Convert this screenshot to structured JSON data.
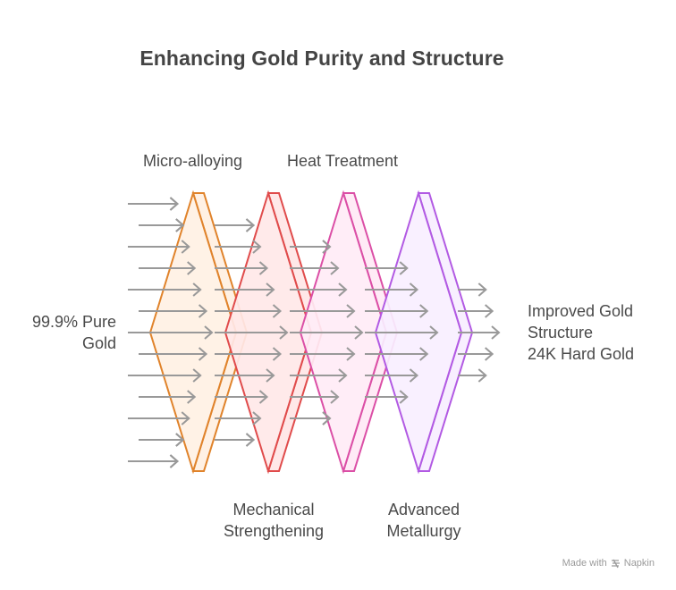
{
  "title": "Enhancing Gold Purity and Structure",
  "input_label": [
    "99.9% Pure",
    "Gold"
  ],
  "output_label": [
    "Improved Gold",
    "Structure",
    "24K Hard Gold"
  ],
  "stages": [
    {
      "name": "Micro-alloying",
      "label_position": "top",
      "label_lines": [
        "Micro-alloying"
      ],
      "stroke": "#e0832b",
      "fill": "#fff1e4",
      "incoming_arrows": 13
    },
    {
      "name": "Mechanical Strengthening",
      "label_position": "bottom",
      "label_lines": [
        "Mechanical",
        "Strengthening"
      ],
      "stroke": "#e04b4b",
      "fill": "#ffe8e8",
      "incoming_arrows": 11
    },
    {
      "name": "Heat Treatment",
      "label_position": "top",
      "label_lines": [
        "Heat Treatment"
      ],
      "stroke": "#db4fa6",
      "fill": "#ffebf6",
      "incoming_arrows": 9
    },
    {
      "name": "Advanced Metallurgy",
      "label_position": "bottom",
      "label_lines": [
        "Advanced",
        "Metallurgy"
      ],
      "stroke": "#b25ae3",
      "fill": "#f8efff",
      "incoming_arrows": 7
    }
  ],
  "output_arrows": 5,
  "arrow_color": "#999999",
  "footer": {
    "text": "Made with",
    "brand": "Napkin"
  }
}
